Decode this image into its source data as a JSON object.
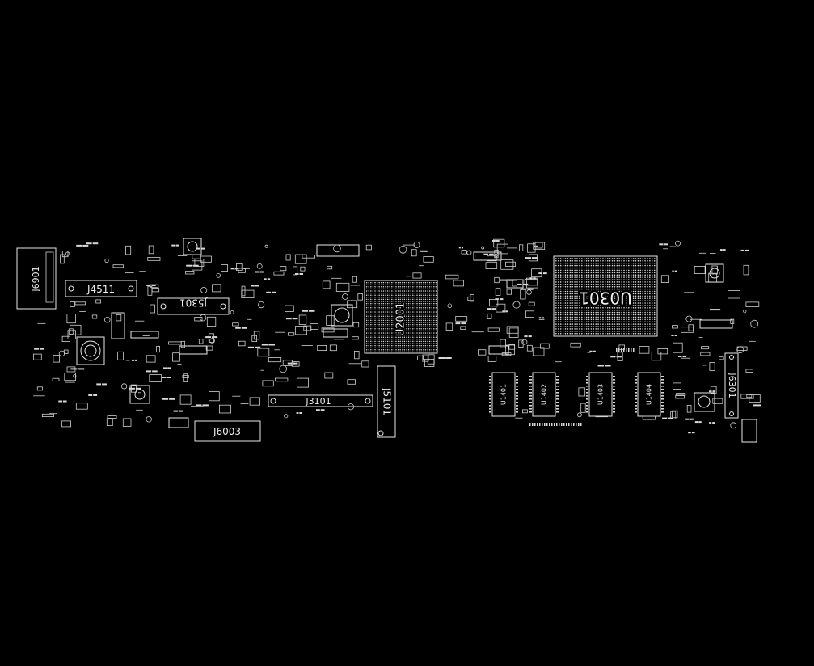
{
  "designators": {
    "j6901": "J6901",
    "j4511": "J4511",
    "j5301": "J5301",
    "u2001": "U2001",
    "j3101": "J3101",
    "j5101": "J5101",
    "j6003": "J6003",
    "u0301": "U0301",
    "u1401": "U1401",
    "u1402": "U1402",
    "u1403": "U1403",
    "u1404": "U1404",
    "j6301": "J6301"
  },
  "colors": {
    "background": "#000000",
    "silkscreen": "#e8e8e8"
  }
}
